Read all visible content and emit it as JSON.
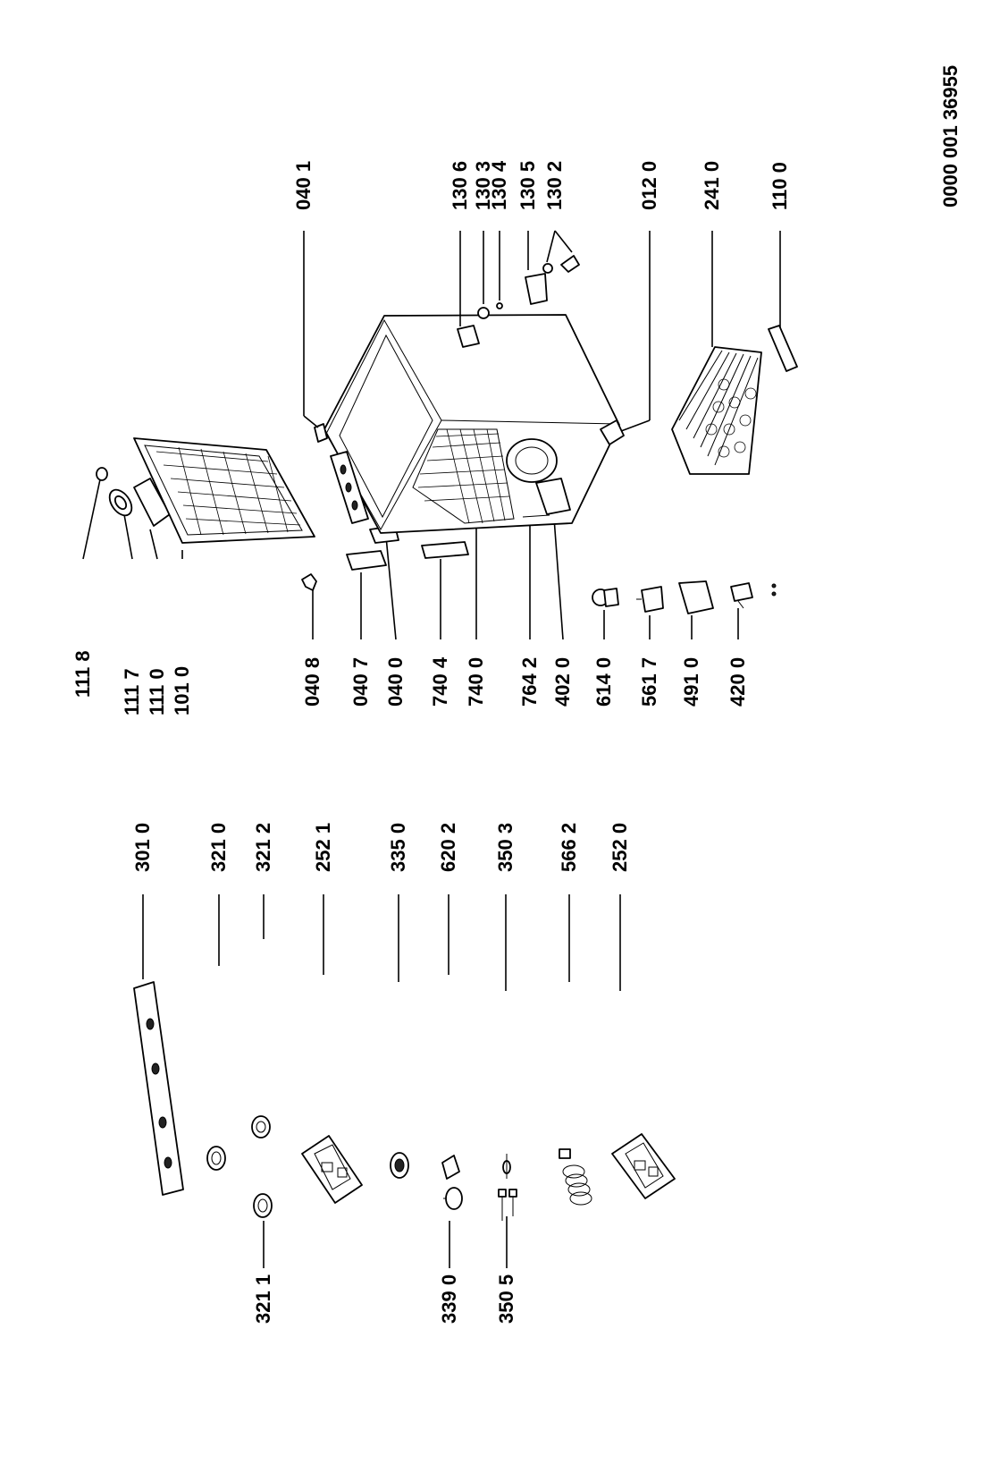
{
  "doc_number": "0000 001 36955",
  "labels": {
    "l1118": "111 8",
    "l1117": "111 7",
    "l1110": "111 0",
    "l1010": "101 0",
    "l0408": "040 8",
    "l0407": "040 7",
    "l0400": "040 0",
    "l7404": "740 4",
    "l7400": "740 0",
    "l7642": "764 2",
    "l4020": "402 0",
    "l6140": "614 0",
    "l5617": "561 7",
    "l4910": "491 0",
    "l4200": "420 0",
    "l0401": "040 1",
    "l1306": "130 6",
    "l1303": "130 3",
    "l1304": "130 4",
    "l1305": "130 5",
    "l1302": "130 2",
    "l0120": "012 0",
    "l2410": "241 0",
    "l1100": "110 0",
    "l3010": "301 0",
    "l3210": "321 0",
    "l3212": "321 2",
    "l2521": "252 1",
    "l3350": "335 0",
    "l6202": "620 2",
    "l3503": "350 3",
    "l5662": "566 2",
    "l2520": "252 0",
    "l3211": "321 1",
    "l3390": "339 0",
    "l3505": "350 5"
  }
}
